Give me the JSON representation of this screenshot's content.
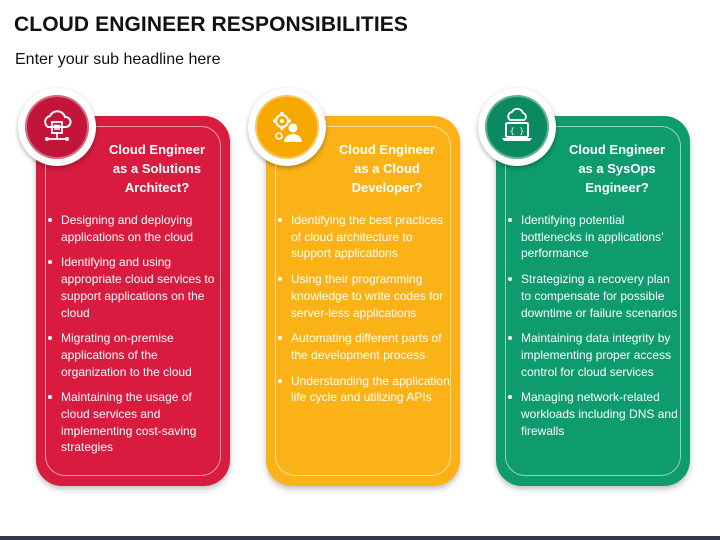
{
  "header": {
    "title": "CLOUD ENGINEER RESPONSIBILITIES",
    "subtitle": "Enter your sub headline here"
  },
  "colors": {
    "red": "#d81b3f",
    "yellow": "#fbb216",
    "green": "#0e9b6e"
  },
  "cards": [
    {
      "icon": "cloud-server-icon",
      "heading": [
        "Cloud Engineer",
        "as a Solutions",
        "Architect?"
      ],
      "bullets": [
        "Designing and deploying applications on the cloud",
        "Identifying and using appropriate cloud services to support applications on the cloud",
        "Migrating on-premise applications of the organization to the cloud",
        "Maintaining the usage of cloud services and implementing cost-saving strategies"
      ]
    },
    {
      "icon": "developer-gear-icon",
      "heading": [
        "Cloud Engineer",
        "as a Cloud",
        "Developer?"
      ],
      "bullets": [
        "Identifying the best practices of cloud architecture to support applications",
        "Using their programming knowledge to write codes for server-less applications",
        "Automating different parts of the development process",
        "Understanding the application life cycle and utilizing APIs"
      ]
    },
    {
      "icon": "cloud-laptop-icon",
      "heading": [
        "Cloud Engineer",
        "as a SysOps",
        "Engineer?"
      ],
      "bullets": [
        "Identifying potential bottlenecks in applications’ performance",
        "Strategizing a recovery plan to compensate for possible downtime or failure scenarios",
        "Maintaining data integrity by implementing proper access control for cloud services",
        "Managing network-related workloads including DNS and firewalls"
      ]
    }
  ]
}
